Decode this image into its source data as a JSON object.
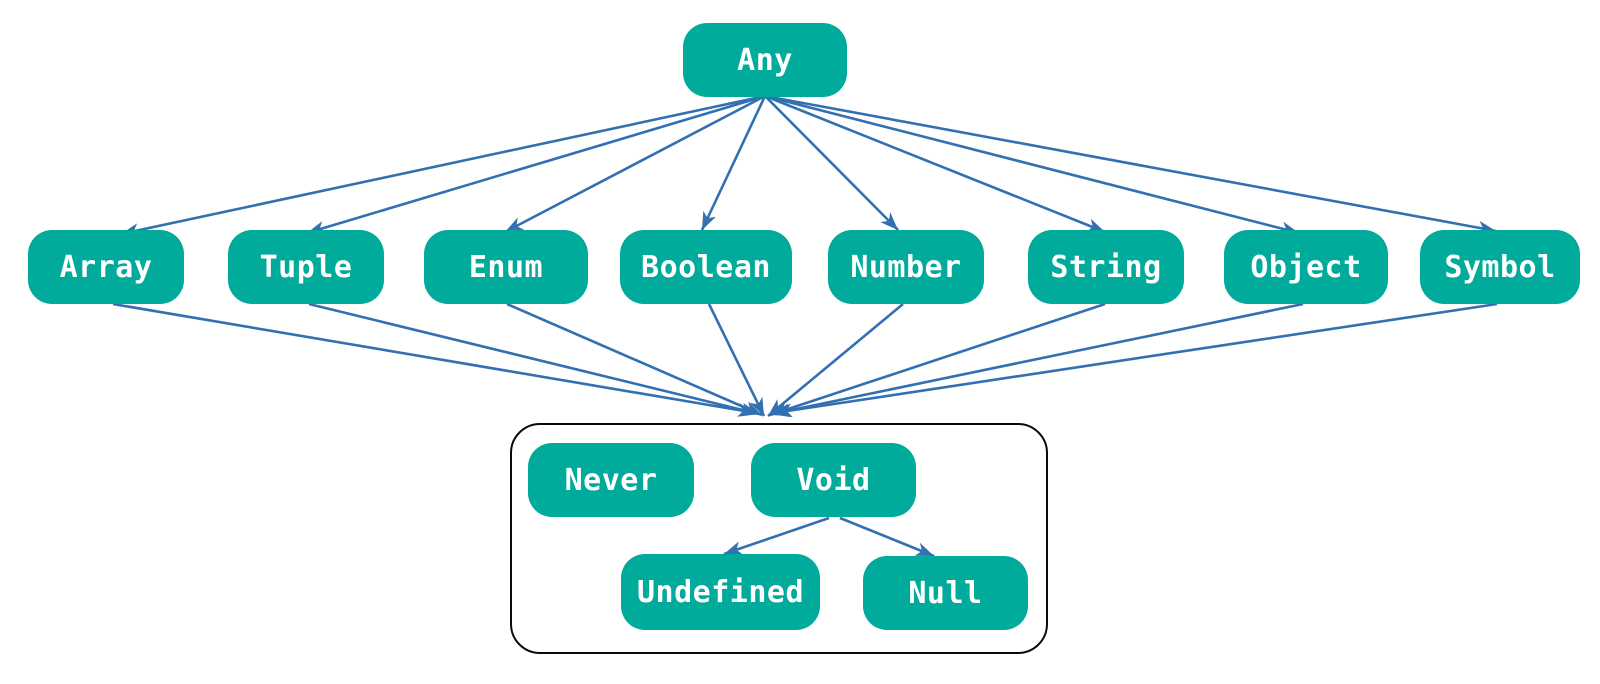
{
  "diagram": {
    "type": "flowchart",
    "direction": "top-down",
    "colors": {
      "node_fill": "#00AB9B",
      "node_text": "#FFFFFF",
      "edge": "#3270B2",
      "group_border": "#0B0B0B",
      "background": "#FFFFFF"
    },
    "nodes": [
      {
        "id": "any",
        "label": "Any"
      },
      {
        "id": "array",
        "label": "Array"
      },
      {
        "id": "tuple",
        "label": "Tuple"
      },
      {
        "id": "enum",
        "label": "Enum"
      },
      {
        "id": "boolean",
        "label": "Boolean"
      },
      {
        "id": "number",
        "label": "Number"
      },
      {
        "id": "string",
        "label": "String"
      },
      {
        "id": "object",
        "label": "Object"
      },
      {
        "id": "symbol",
        "label": "Symbol"
      },
      {
        "id": "never",
        "label": "Never"
      },
      {
        "id": "void",
        "label": "Void"
      },
      {
        "id": "undefined",
        "label": "Undefined"
      },
      {
        "id": "null",
        "label": "Null"
      }
    ],
    "group": {
      "id": "nullable-group",
      "members": [
        "Never",
        "Void",
        "Undefined",
        "Null"
      ]
    },
    "edges": [
      {
        "from": "Any",
        "to": "Array"
      },
      {
        "from": "Any",
        "to": "Tuple"
      },
      {
        "from": "Any",
        "to": "Enum"
      },
      {
        "from": "Any",
        "to": "Boolean"
      },
      {
        "from": "Any",
        "to": "Number"
      },
      {
        "from": "Any",
        "to": "String"
      },
      {
        "from": "Any",
        "to": "Object"
      },
      {
        "from": "Any",
        "to": "Symbol"
      },
      {
        "from": "Array",
        "to": "nullable-group"
      },
      {
        "from": "Tuple",
        "to": "nullable-group"
      },
      {
        "from": "Enum",
        "to": "nullable-group"
      },
      {
        "from": "Boolean",
        "to": "nullable-group"
      },
      {
        "from": "Number",
        "to": "nullable-group"
      },
      {
        "from": "String",
        "to": "nullable-group"
      },
      {
        "from": "Object",
        "to": "nullable-group"
      },
      {
        "from": "Symbol",
        "to": "nullable-group"
      },
      {
        "from": "Void",
        "to": "Undefined"
      },
      {
        "from": "Void",
        "to": "Null"
      }
    ]
  }
}
